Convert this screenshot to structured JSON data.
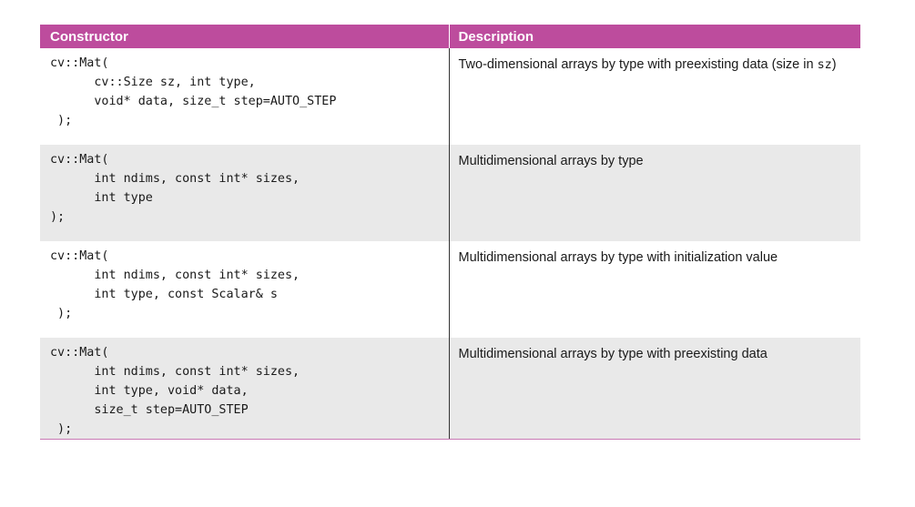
{
  "table": {
    "headers": {
      "constructor": "Constructor",
      "description": "Description"
    },
    "rows": [
      {
        "code": "cv::Mat(\n      cv::Size sz, int type,\n      void* data, size_t step=AUTO_STEP\n );",
        "description": "Two-dimensional arrays by type with preexisting data (size in ",
        "description_code": "sz",
        "description_tail": ")"
      },
      {
        "code": "cv::Mat(\n      int ndims, const int* sizes,\n      int type\n);",
        "description": "Multidimensional arrays by type"
      },
      {
        "code": "cv::Mat(\n      int ndims, const int* sizes,\n      int type, const Scalar& s\n );",
        "description": "Multidimensional arrays by type with initialization value"
      },
      {
        "code": "cv::Mat(\n      int ndims, const int* sizes,\n      int type, void* data,\n      size_t step=AUTO_STEP\n );",
        "description": "Multidimensional arrays by type with preexisting data"
      }
    ]
  }
}
